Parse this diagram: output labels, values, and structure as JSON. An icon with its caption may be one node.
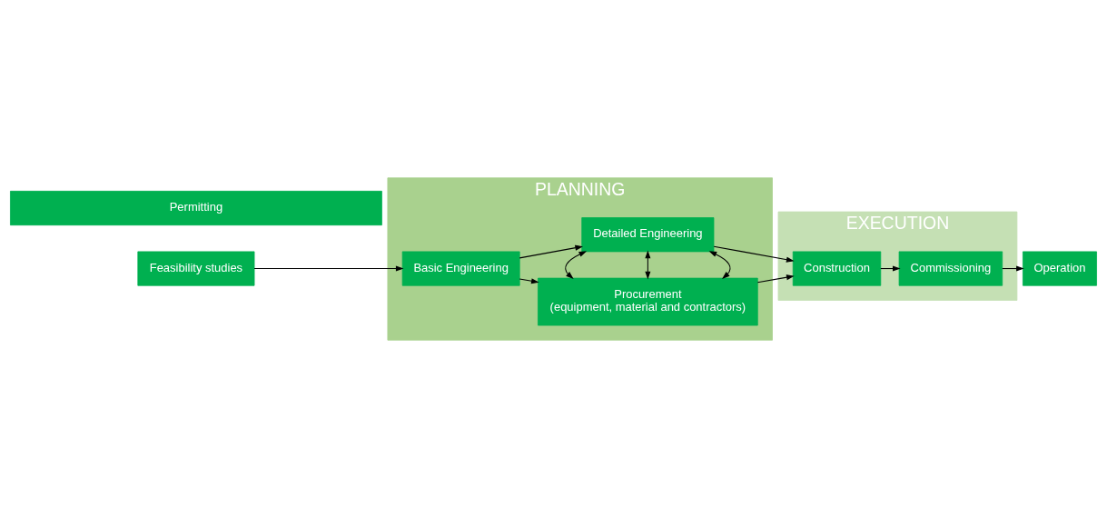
{
  "diagram": {
    "nodes": [
      {
        "text": [
          "Feasibility studies"
        ]
      },
      {
        "text": [
          "PLANNING"
        ]
      },
      {
        "text": [
          "Basic Engineering"
        ],
        "in": 1
      },
      {
        "text": [
          "Procurement",
          "(equipment, material and contractors)"
        ],
        "in": 1
      },
      {
        "text": [
          "Detailed Engineering"
        ],
        "in": 1
      },
      {
        "text": [
          "EXECUTION"
        ]
      },
      {
        "text": [
          "Construction"
        ],
        "in": 5
      },
      {
        "text": [
          "Commissioning"
        ],
        "in": 5
      },
      {
        "text": [
          "Operation"
        ]
      },
      {
        "text": [
          "Permitting"
        ]
      }
    ],
    "edges": [
      {
        "from": 0,
        "to": 2,
        "arrow": "to"
      },
      {
        "from": 2,
        "to": 3,
        "arrow": "to"
      },
      {
        "from": 2,
        "to": 4,
        "arrow": "to"
      },
      {
        "from": 3,
        "to": 4,
        "arrow": "both"
      },
      {
        "from": 3,
        "to": 4,
        "arrow": "both"
      },
      {
        "from": 3,
        "to": 4,
        "arrow": "both"
      },
      {
        "from": 3,
        "to": 6,
        "arrow": "to"
      },
      {
        "from": 4,
        "to": 6,
        "arrow": "to"
      },
      {
        "from": 6,
        "to": 7,
        "arrow": "to"
      },
      {
        "from": 7,
        "to": 8,
        "arrow": "to"
      }
    ]
  }
}
